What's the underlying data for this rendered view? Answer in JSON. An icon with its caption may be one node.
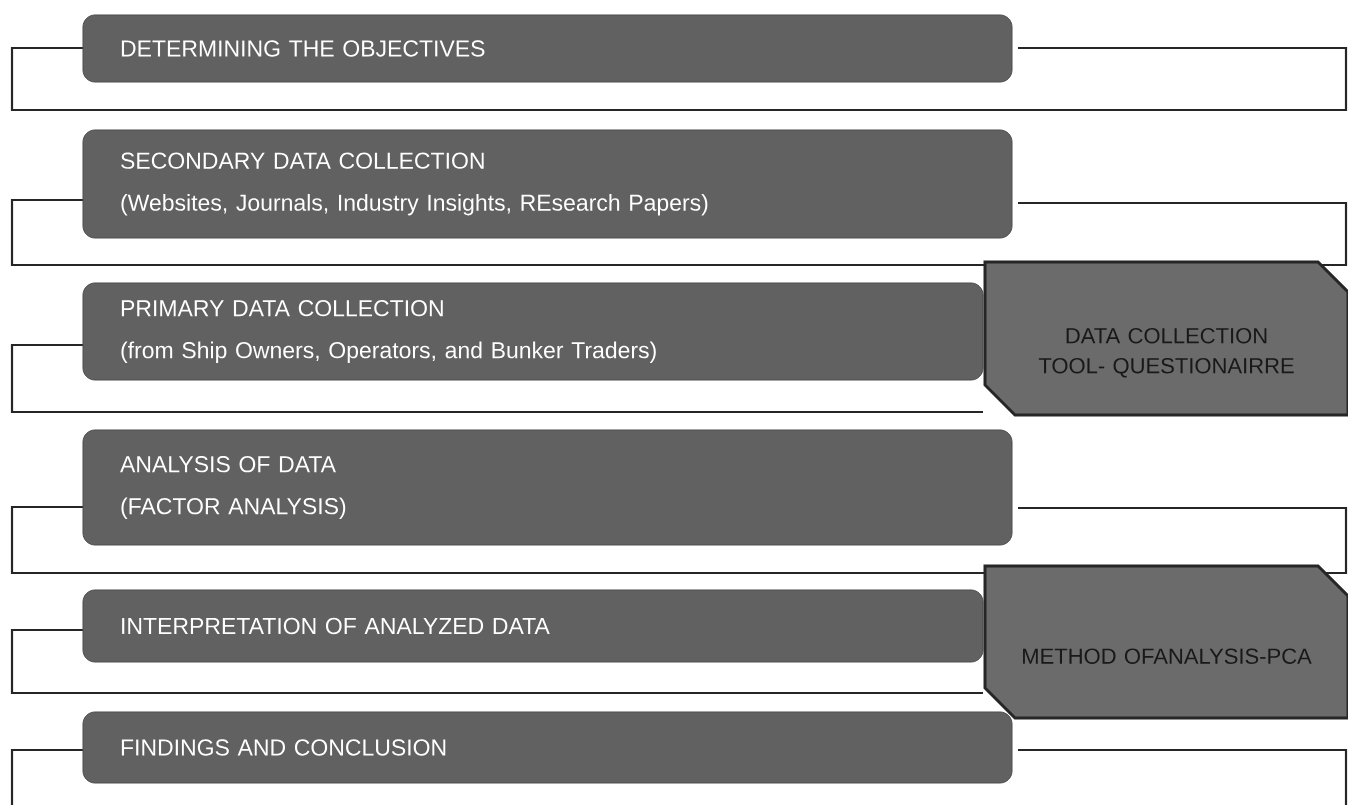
{
  "diagram": {
    "nodes": [
      {
        "text": [
          "DETERMINING THE OBJECTIVES"
        ]
      },
      {
        "text": [
          "SECONDARY DATA COLLECTION",
          "(Websites, Journals, Industry Insights, REsearch Papers)"
        ]
      },
      {
        "text": [
          "PRIMARY DATA COLLECTION",
          "(from Ship Owners, Operators, and Bunker Traders)"
        ]
      },
      {
        "text": [
          "ANALYSIS OF DATA",
          "(FACTOR ANALYSIS)"
        ]
      },
      {
        "text": [
          "INTERPRETATION OF ANALYZED DATA"
        ]
      },
      {
        "text": [
          "FINDINGS AND CONCLUSION"
        ]
      },
      {
        "text": [
          "DATA COLLECTION TOOL- QUESTIONAIRRE"
        ]
      },
      {
        "text": [
          "METHOD OFANALYSIS-PCA"
        ]
      }
    ]
  }
}
